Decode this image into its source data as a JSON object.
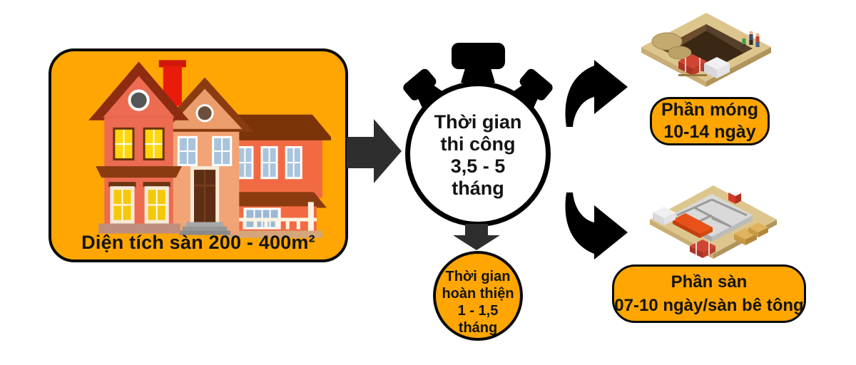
{
  "meta": {
    "description": "Vietnamese house construction timeline infographic"
  },
  "palette": {
    "orange": "#FFA602",
    "ink": "#141414",
    "arrow_dark": "#2E2E2E",
    "black": "#000000"
  },
  "area_panel": {
    "icon": "house-illustration",
    "caption": "Diện tích sàn 200 - 400m²"
  },
  "construction_time": {
    "icon": "stopwatch",
    "lines": [
      "Thời gian",
      "thi công",
      "3,5 - 5",
      "tháng"
    ]
  },
  "finishing_time": {
    "lines": [
      "Thời gian",
      "hoàn thiện",
      "1 - 1,5",
      "tháng"
    ]
  },
  "foundation_stage": {
    "icon": "excavation-pit",
    "label_lines": [
      "Phần móng",
      "10-14 ngày"
    ]
  },
  "slab_stage": {
    "icon": "concrete-floor-plan",
    "label_lines": [
      "Phần sàn",
      "07-10 ngày/sàn bê tông"
    ]
  }
}
